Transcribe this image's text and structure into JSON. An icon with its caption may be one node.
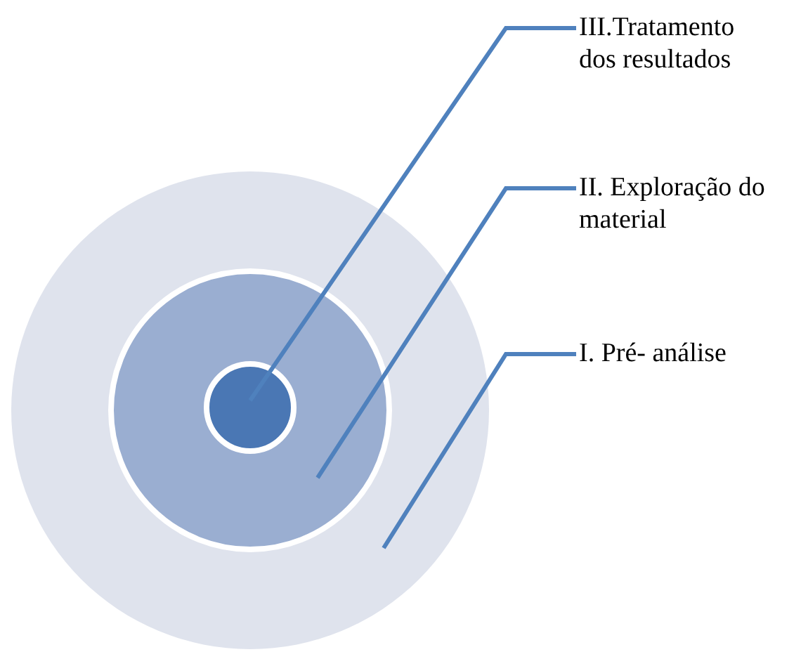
{
  "diagram": {
    "nodes": [
      {
        "text": [
          "III.Tratamento dos resultados"
        ]
      },
      {
        "text": [
          "II. Exploração do material"
        ]
      },
      {
        "text": [
          "I. Pré- análise"
        ]
      },
      {
        "text": [],
        "shape": "circle"
      },
      {
        "text": [],
        "shape": "circle",
        "in": 3
      },
      {
        "text": [],
        "shape": "circle",
        "in": 4
      }
    ],
    "edges": [
      {
        "from": 0,
        "to": 5,
        "arrow": "none"
      },
      {
        "from": 1,
        "to": 4,
        "arrow": "none"
      },
      {
        "from": 2,
        "to": 3,
        "arrow": "none"
      }
    ]
  }
}
